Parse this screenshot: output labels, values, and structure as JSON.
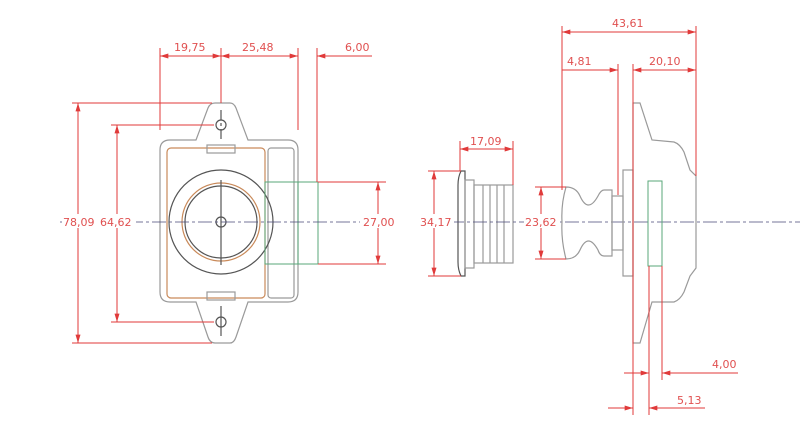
{
  "front_view": {
    "dims": {
      "d1": "19,75",
      "d2": "25,48",
      "d3": "6,00",
      "height_outer": "78,09",
      "height_holes": "64,62",
      "width_green": "27,00"
    }
  },
  "middle_view": {
    "dims": {
      "length": "17,09",
      "diameter": "34,17"
    }
  },
  "side_view": {
    "dims": {
      "total": "43,61",
      "knob": "4,81",
      "body": "20,10",
      "diameter": "23,62",
      "d_400": "4,00",
      "d_513": "5,13"
    }
  },
  "colors": {
    "dimension": "#e03a3a",
    "outline": "#9a9a9a",
    "accent_orange": "#c98a5a",
    "accent_green": "#5aa77a"
  }
}
